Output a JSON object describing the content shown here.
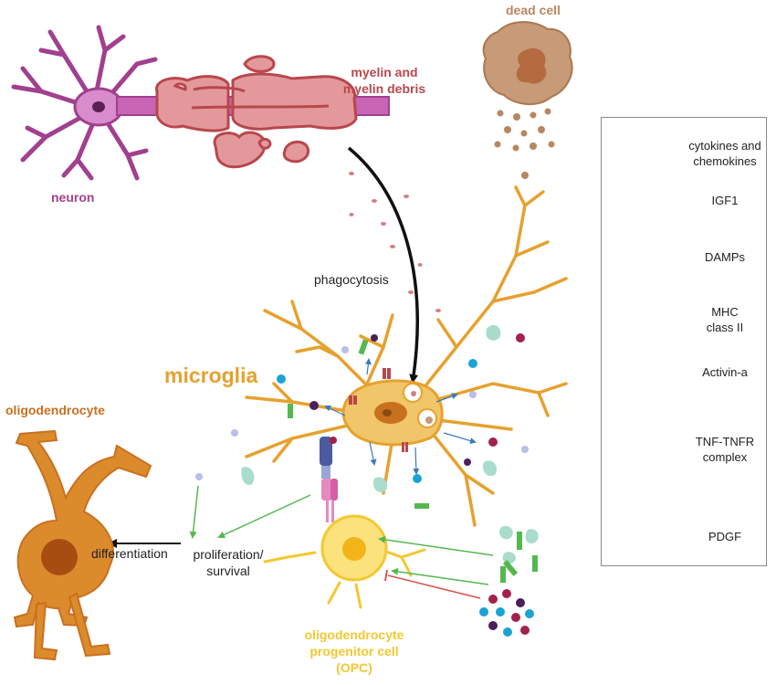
{
  "labels": {
    "neuron": "neuron",
    "myelin_line1": "myelin and",
    "myelin_line2": "myelin debris",
    "dead_cell": "dead cell",
    "phagocytosis": "phagocytosis",
    "microglia": "microglia",
    "oligodendrocyte": "oligodendrocyte",
    "differentiation": "differentiation",
    "proliferation_line1": "proliferation/",
    "proliferation_line2": "survival",
    "opc_line1": "oligodendrocyte",
    "opc_line2": "progenitor cell",
    "opc_line3": "(OPC)"
  },
  "legend": {
    "cytokines_line1": "cytokines and",
    "cytokines_line2": "chemokines",
    "igf1": "IGF1",
    "damps": "DAMPs",
    "mhc_line1": "MHC",
    "mhc_line2": "class II",
    "activin": "Activin-a",
    "tnf_line1": "TNF-TNFR",
    "tnf_line2": "complex",
    "pdgf": "PDGF"
  },
  "colors": {
    "neuron": "#a1408f",
    "neuron_fill": "#d98ccb",
    "myelin": "#b8474d",
    "myelin_fill": "#e3999b",
    "dead_cell": "#b98660",
    "microglia": "#e6a12e",
    "microglia_fill": "#f1c56a",
    "oligodendrocyte": "#c9701f",
    "oligodendrocyte_fill": "#dc8b2c",
    "opc": "#f3c82f",
    "opc_fill": "#fbe27d",
    "green_arrow": "#55b84f",
    "blue_arrow": "#3b78c2",
    "red_inhibit": "#d9534f"
  }
}
